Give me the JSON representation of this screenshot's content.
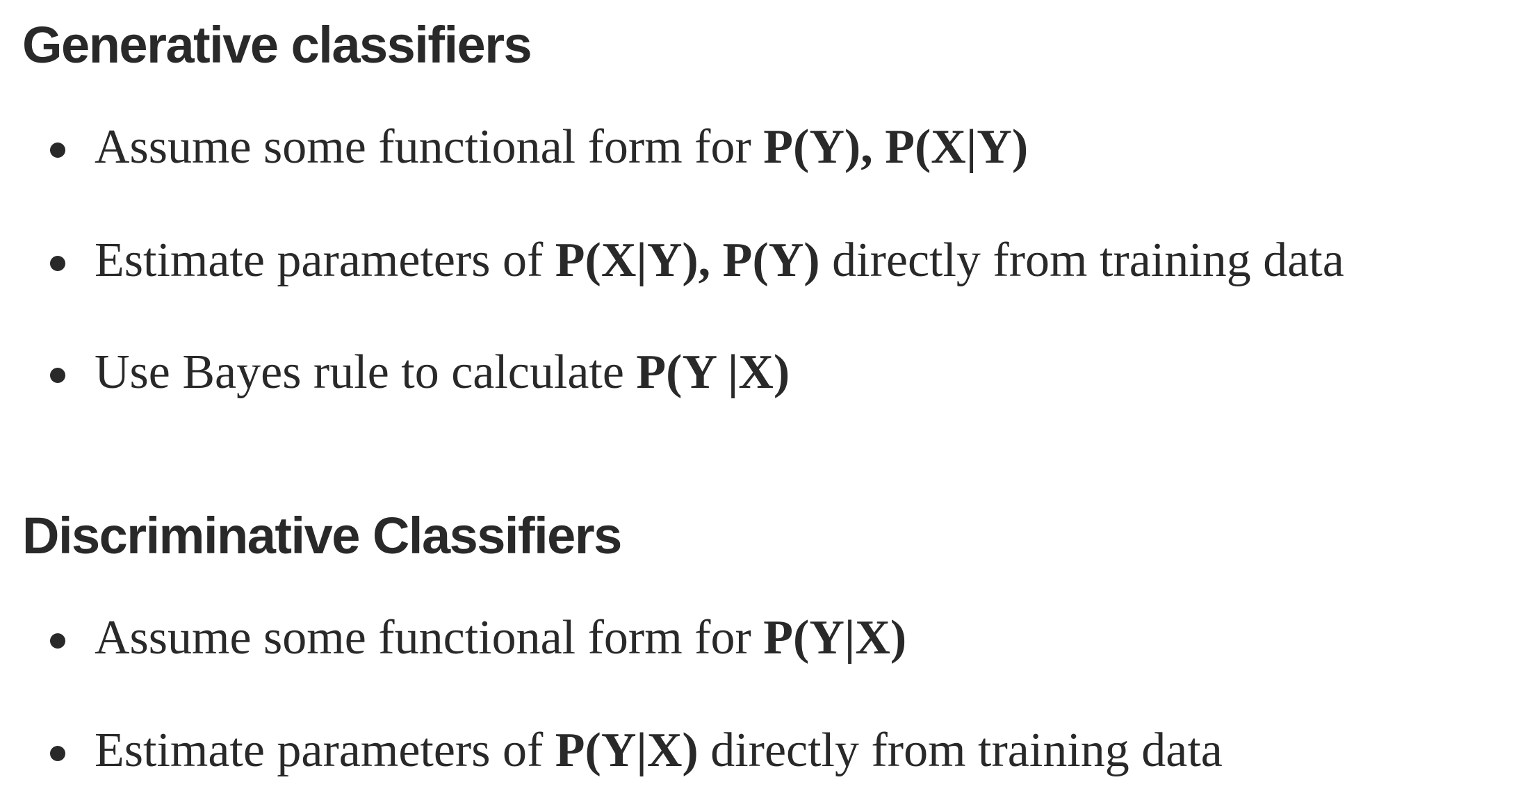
{
  "sections": [
    {
      "title": "Generative classifiers",
      "bullets": [
        {
          "text": "Assume some functional form for ",
          "bold": "P(Y), P(X|Y)",
          "after": ""
        },
        {
          "text": "Estimate parameters of ",
          "bold": "P(X|Y), P(Y)",
          "after": " directly from training data"
        },
        {
          "text": "Use Bayes rule to calculate ",
          "bold": "P(Y |X)",
          "after": ""
        }
      ]
    },
    {
      "title": "Discriminative Classifiers",
      "bullets": [
        {
          "text": "Assume some functional form for ",
          "bold": "P(Y|X)",
          "after": ""
        },
        {
          "text": "Estimate parameters of ",
          "bold": "P(Y|X)",
          "after": " directly from training data"
        }
      ]
    }
  ]
}
